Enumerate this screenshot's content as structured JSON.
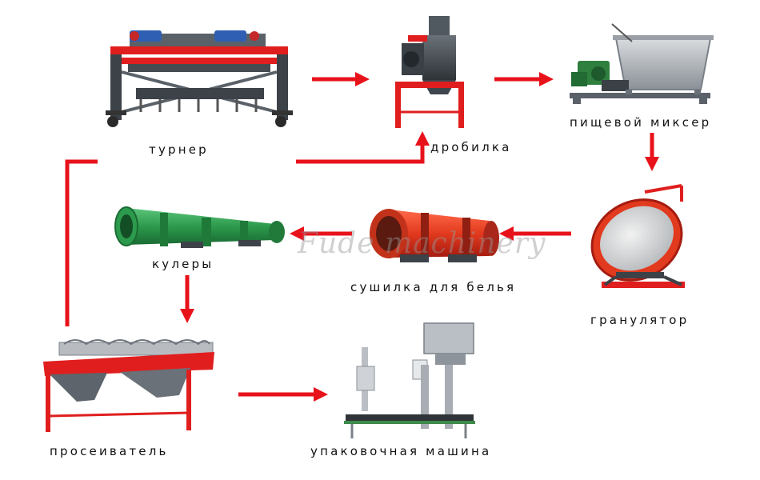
{
  "watermark": "Fude machinery",
  "colors": {
    "arrow": "#e8121b",
    "frame_red": "#e01e1e",
    "green": "#2c9a4c",
    "steel": "#4a5158",
    "label": "#111111"
  },
  "labels": {
    "turner": "турнер",
    "crusher": "дробилка",
    "mixer": "пищевой миксер",
    "granulator": "гранулятор",
    "dryer": "сушилка для белья",
    "cooler": "кулеры",
    "screener": "просеиватель",
    "packer": "упаковочная машина"
  }
}
